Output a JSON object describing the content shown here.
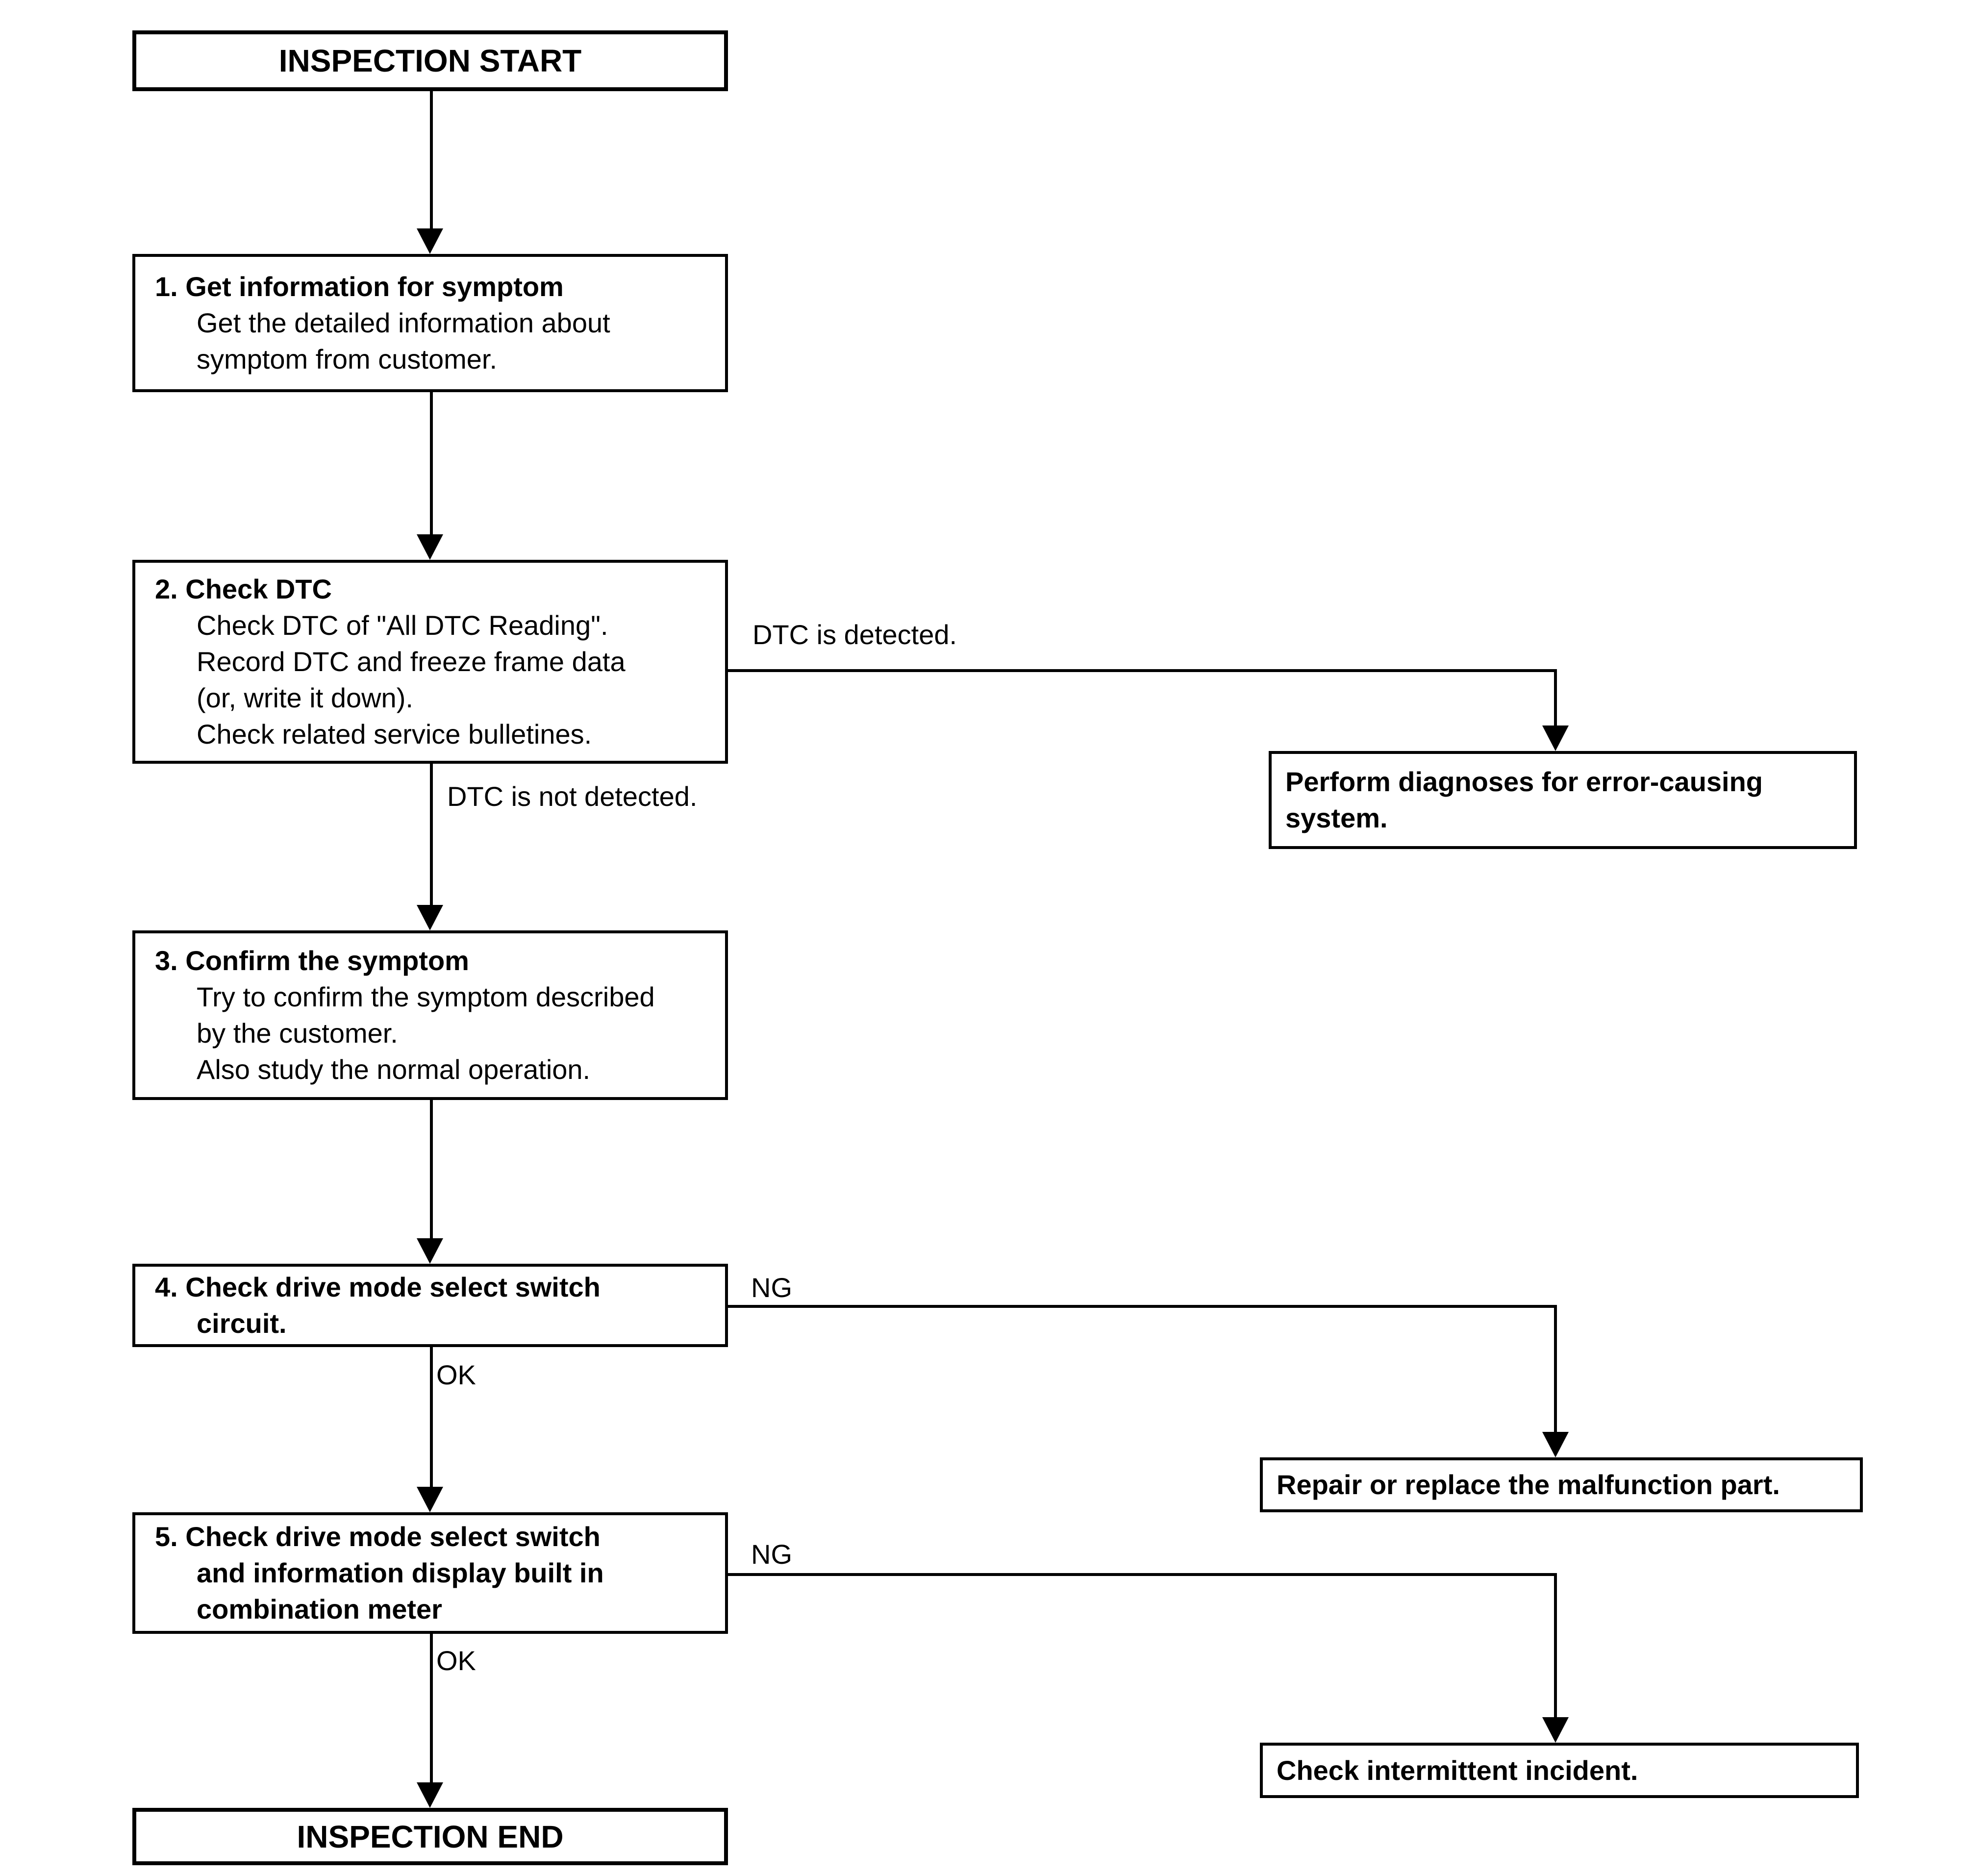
{
  "diagram": {
    "title_semantic": "Drive mode select switch diagnosis work flow",
    "start_label": "INSPECTION START",
    "end_label": "INSPECTION END",
    "steps": [
      {
        "title": "1. Get information for symptom",
        "body": "Get the detailed information about\nsymptom from customer."
      },
      {
        "title": "2. Check DTC",
        "body": "Check DTC of \"All DTC Reading\".\nRecord DTC and freeze frame data\n(or, write it down).\nCheck related service bulletines."
      },
      {
        "title": "3. Confirm the symptom",
        "body": "Try to confirm the symptom described\nby the customer.\nAlso study the normal operation."
      },
      {
        "title": "4. Check drive mode select switch\ncircuit.",
        "body": ""
      },
      {
        "title": "5. Check drive mode select switch\nand information display built in\ncombination meter",
        "body": ""
      }
    ],
    "actions": [
      {
        "label": "Perform diagnoses for error-causing\nsystem."
      },
      {
        "label": "Repair or replace the malfunction part."
      },
      {
        "label": "Check intermittent incident."
      }
    ],
    "edge_labels": {
      "dtc_detected": "DTC is detected.",
      "dtc_not_detected": "DTC is not detected.",
      "ng_step4": "NG",
      "ok_step4": "OK",
      "ng_step5": "NG",
      "ok_step5": "OK"
    },
    "colors": {
      "stroke": "#000000",
      "background": "#ffffff"
    }
  }
}
